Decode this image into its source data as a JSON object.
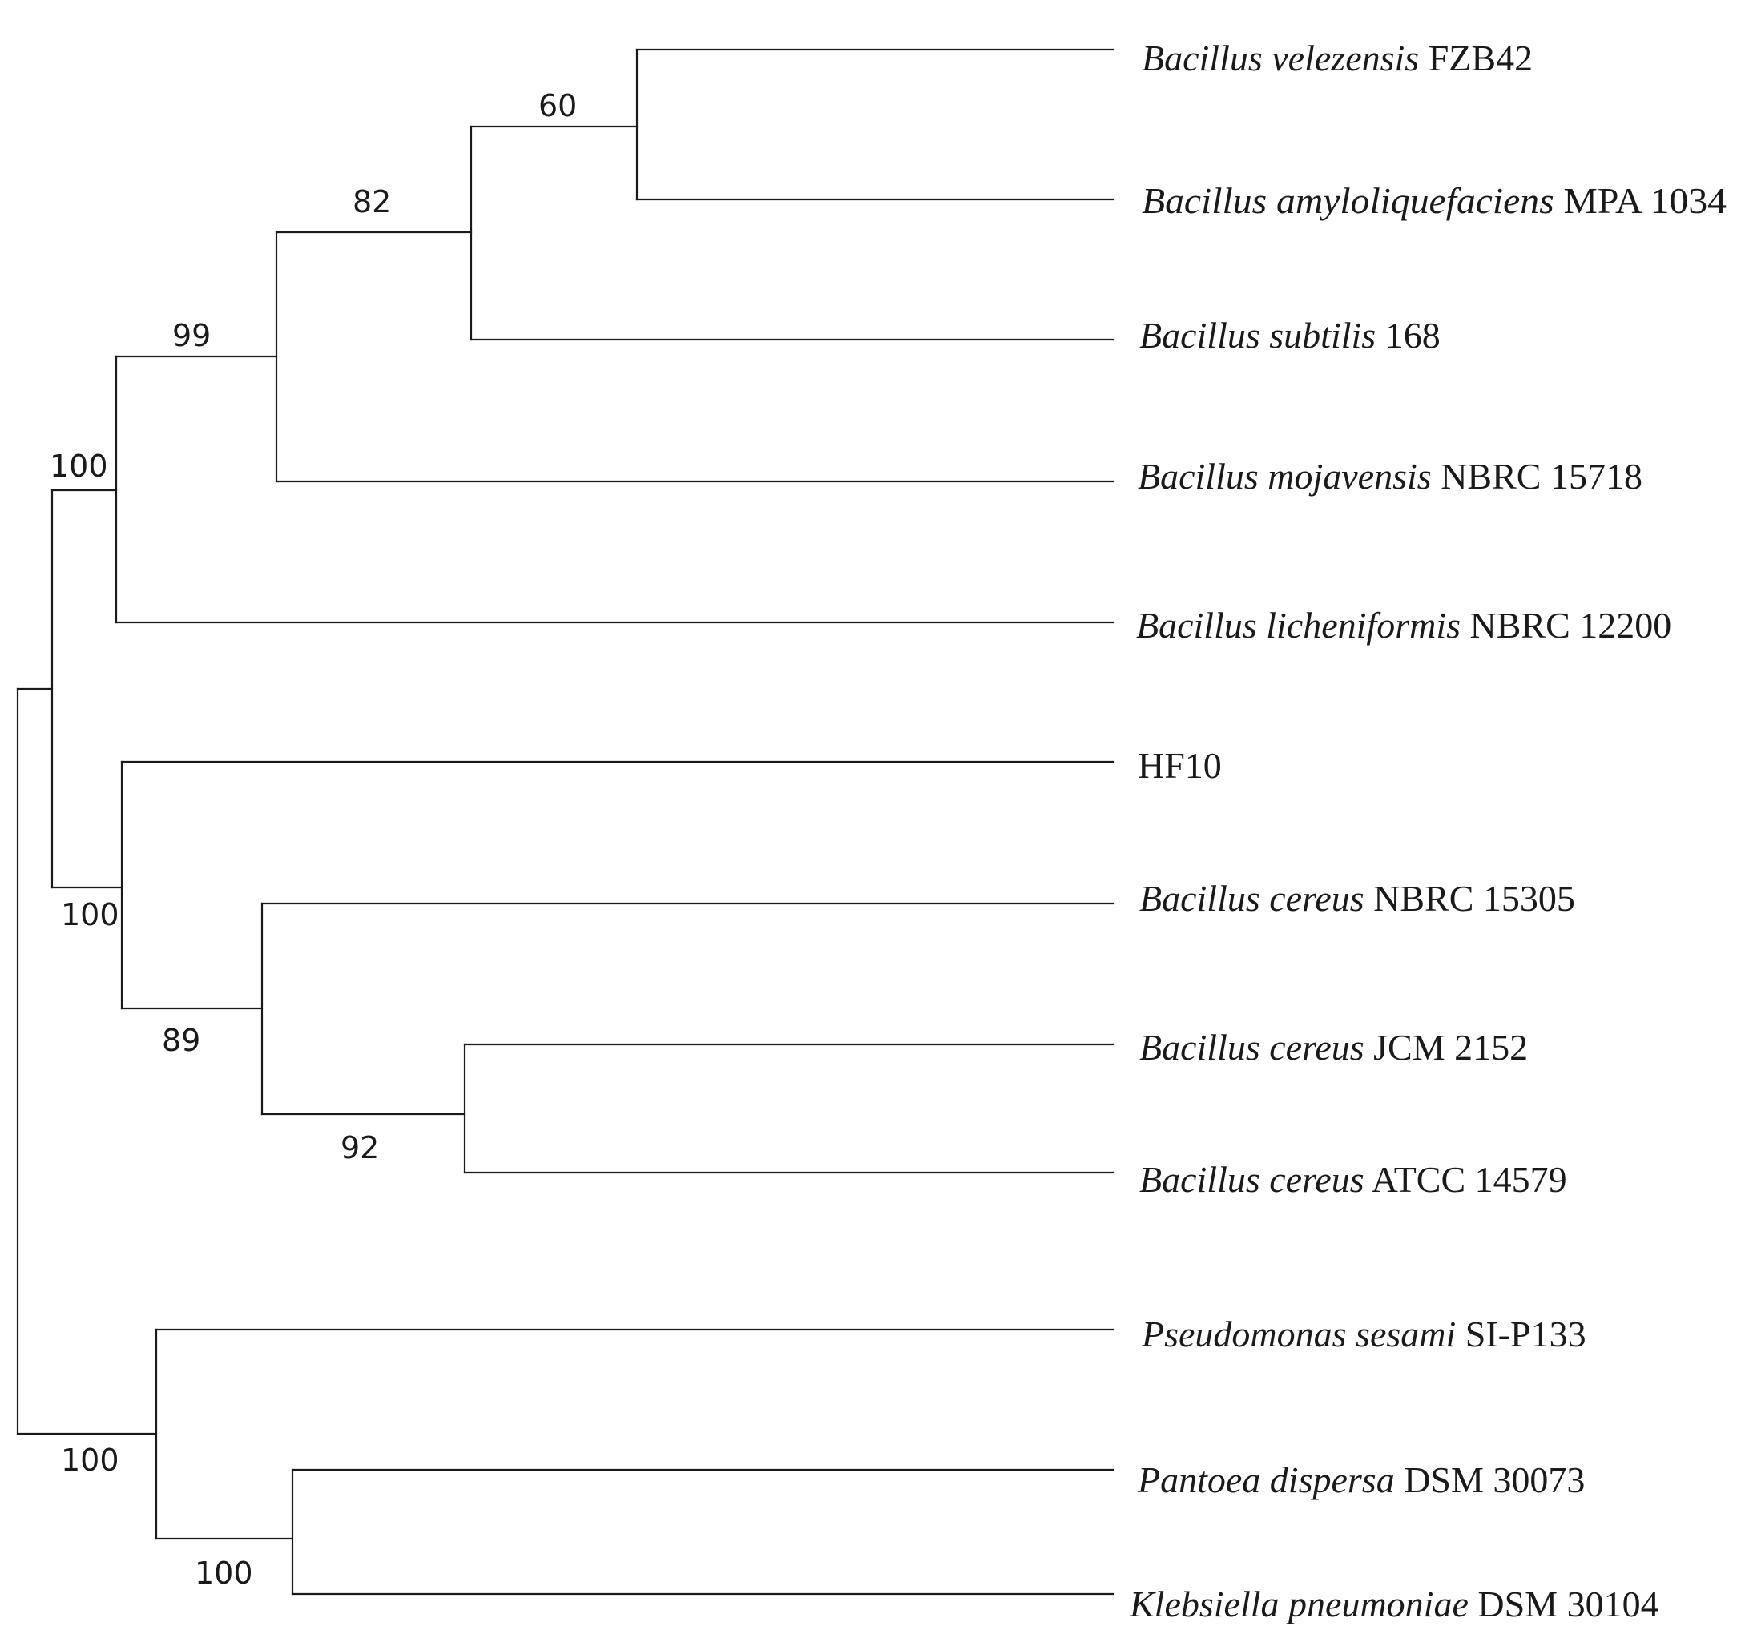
{
  "tree": {
    "taxa": [
      {
        "id": "t1",
        "genus": "Bacillus velezensis",
        "strain": "FZB42"
      },
      {
        "id": "t2",
        "genus": "Bacillus amyloliquefaciens",
        "strain": "MPA 1034"
      },
      {
        "id": "t3",
        "genus": "Bacillus subtilis",
        "strain": "168"
      },
      {
        "id": "t4",
        "genus": "Bacillus mojavensis",
        "strain": "NBRC 15718"
      },
      {
        "id": "t5",
        "genus": "Bacillus licheniformis",
        "strain": "NBRC 12200"
      },
      {
        "id": "t6",
        "genus": "",
        "strain": "HF10"
      },
      {
        "id": "t7",
        "genus": "Bacillus cereus",
        "strain": "NBRC 15305"
      },
      {
        "id": "t8",
        "genus": "Bacillus cereus",
        "strain": "JCM 2152"
      },
      {
        "id": "t9",
        "genus": "Bacillus cereus",
        "strain": "ATCC 14579"
      },
      {
        "id": "t10",
        "genus": "Pseudomonas sesami",
        "strain": "SI-P133"
      },
      {
        "id": "t11",
        "genus": "Pantoea dispersa",
        "strain": "DSM 30073"
      },
      {
        "id": "t12",
        "genus": "Klebsiella pneumoniae",
        "strain": "DSM 30104"
      }
    ],
    "support_values": {
      "n_vel_amy": "60",
      "n_sub": "82",
      "n_moj": "99",
      "n_bacillus_sub": "100",
      "n_cereus_group": "100",
      "n_cereus_89": "89",
      "n_cereus_92": "92",
      "n_outgroup": "100",
      "n_pantoea_kleb": "100"
    }
  }
}
